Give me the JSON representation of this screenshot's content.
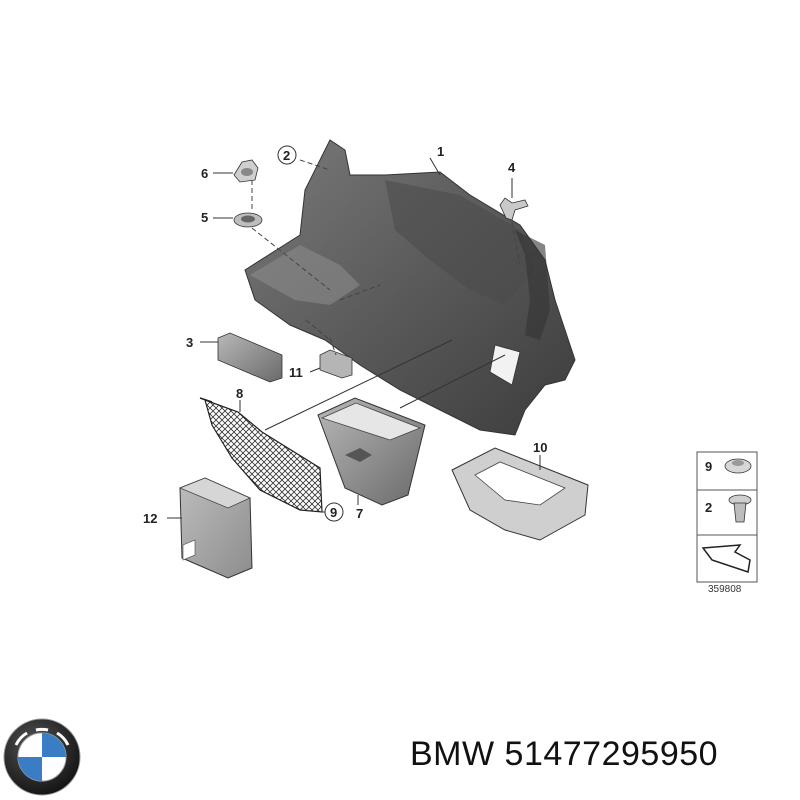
{
  "callouts": {
    "c1": "1",
    "c2": "2",
    "c3": "3",
    "c4": "4",
    "c5": "5",
    "c6": "6",
    "c7": "7",
    "c8": "8",
    "c9": "9",
    "c10": "10",
    "c11": "11",
    "c12": "12"
  },
  "legend": {
    "item_9": "9",
    "item_2": "2",
    "diagram_number": "359808"
  },
  "footer": {
    "brand": "BMW",
    "part_number": "51477295950"
  },
  "logo_text": "BMW"
}
